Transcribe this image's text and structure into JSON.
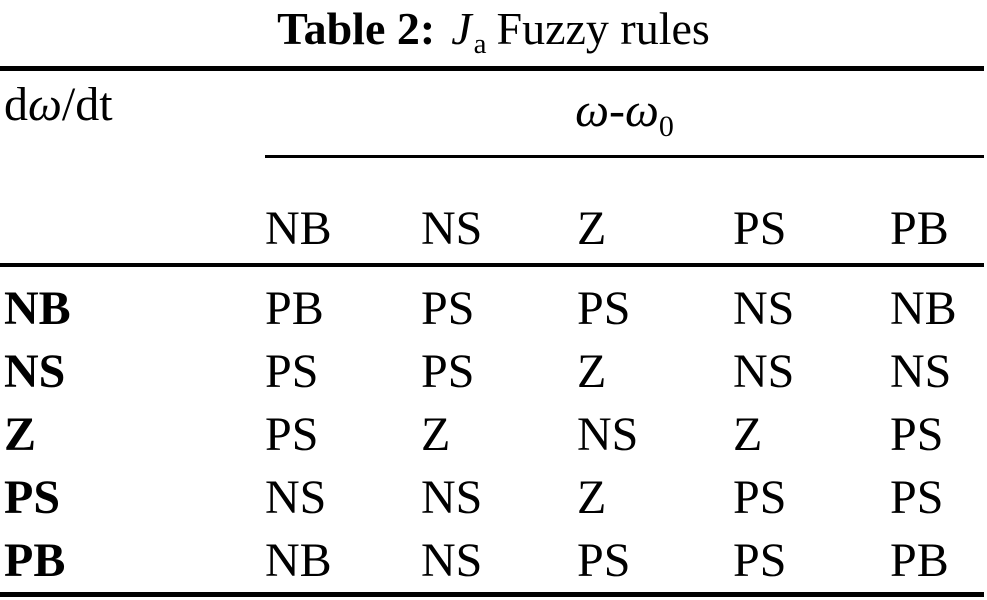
{
  "title": {
    "prefix": "Table 2:",
    "var": "J",
    "var_sub": "a",
    "suffix": "Fuzzy rules"
  },
  "table": {
    "row_axis": {
      "pre": "d",
      "omega": "ω",
      "post": "/dt"
    },
    "col_axis": {
      "omega1": "ω",
      "minus": "-",
      "omega2": "ω",
      "sub": "0"
    },
    "col_headers": [
      "NB",
      "NS",
      "Z",
      "PS",
      "PB"
    ],
    "rows": [
      {
        "label": "NB",
        "cells": [
          "PB",
          "PS",
          "PS",
          "NS",
          "NB"
        ]
      },
      {
        "label": "NS",
        "cells": [
          "PS",
          "PS",
          "Z",
          "NS",
          "NS"
        ]
      },
      {
        "label": "Z",
        "cells": [
          "PS",
          "Z",
          "NS",
          "Z",
          "PS"
        ]
      },
      {
        "label": "PS",
        "cells": [
          "NS",
          "NS",
          "Z",
          "PS",
          "PS"
        ]
      },
      {
        "label": "PB",
        "cells": [
          "NB",
          "NS",
          "PS",
          "PS",
          "PB"
        ]
      }
    ]
  },
  "colors": {
    "text": "#000000",
    "background": "#ffffff",
    "rule": "#000000"
  }
}
